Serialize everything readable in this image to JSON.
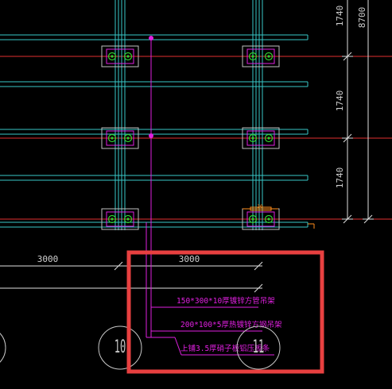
{
  "canvas": {
    "background": "#000000"
  },
  "colors": {
    "beam": "#38c8c8",
    "gridline": "#e23030",
    "leader": "#e020e0",
    "dimension": "#e0e0e0",
    "plate_outline": "#c0c0c0",
    "bolt": "#30d030",
    "selection_box": "#e84040",
    "axis_circle": "#c8c8c8",
    "leader_text": "#e020e0",
    "dim_text": "#d0d0d0",
    "small_mark": "#ff8c1a"
  },
  "dimensions": {
    "vertical": [
      "1740",
      "1740",
      "1740"
    ],
    "total": "8700",
    "horizontal_left": "3000",
    "horizontal_right": "3000",
    "small_tag": "30"
  },
  "annotations": [
    {
      "text": "150*300*10厚镀锌方管吊架"
    },
    {
      "text": "200*100*5厚热镀锌方钢吊架"
    },
    {
      "text": "上铺3.5厚硝子板铝压板条"
    }
  ],
  "axes": [
    {
      "label": "10"
    },
    {
      "label": "11"
    }
  ],
  "icons": {
    "bolt": "bolt-circle-icon",
    "axis_bubble": "axis-bubble-icon"
  }
}
